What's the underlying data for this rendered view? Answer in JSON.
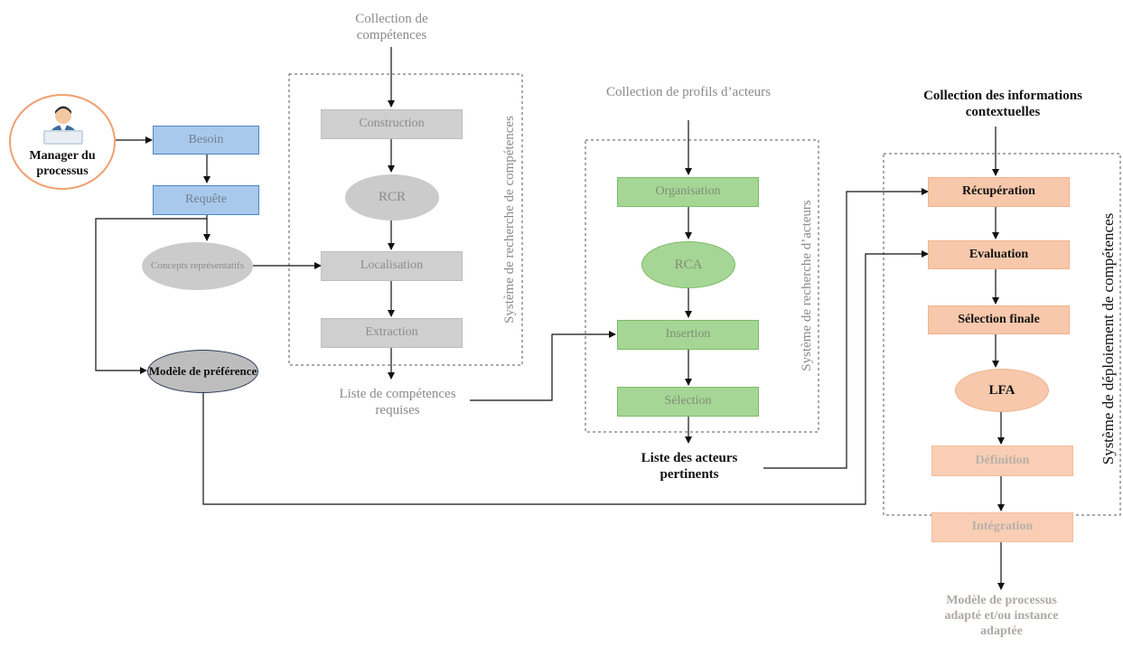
{
  "manager": {
    "label": "Manager du processus",
    "icon": "manager-avatar-icon"
  },
  "inputs": {
    "competence_collection": "Collection de compétences",
    "profile_collection": "Collection de profils d’acteurs",
    "context_collection": "Collection des informations contextuelles"
  },
  "left": {
    "besoin": "Besoin",
    "requete": "Requête",
    "concepts": "Concepts représentatifs",
    "modele": "Modèle de préférence"
  },
  "competence_search": {
    "title": "Système de recherche de compétences",
    "construction": "Construction",
    "rcr": "RCR",
    "localisation": "Localisation",
    "extraction": "Extraction",
    "output": "Liste de compétences requises"
  },
  "actor_search": {
    "title": "Système de recherche d’acteurs",
    "organisation": "Organisation",
    "rca": "RCA",
    "insertion": "Insertion",
    "selection": "Sélection",
    "output": "Liste des acteurs pertinents"
  },
  "deployment": {
    "title": "Système de déploiement de compétences",
    "recuperation": "Récupération",
    "evaluation": "Evaluation",
    "selection_finale": "Sélection finale",
    "lfa": "LFA",
    "definition": "Définition",
    "integration": "Intégration",
    "output": "Modèle de processus adapté et/ou instance adaptée"
  },
  "colors": {
    "blue_fill": "#a9c9ec",
    "grey_fill": "#cfcfcf",
    "green_fill": "#a6d695",
    "peach_fill": "#f7c8ab",
    "manager_ring": "#f0a070"
  }
}
